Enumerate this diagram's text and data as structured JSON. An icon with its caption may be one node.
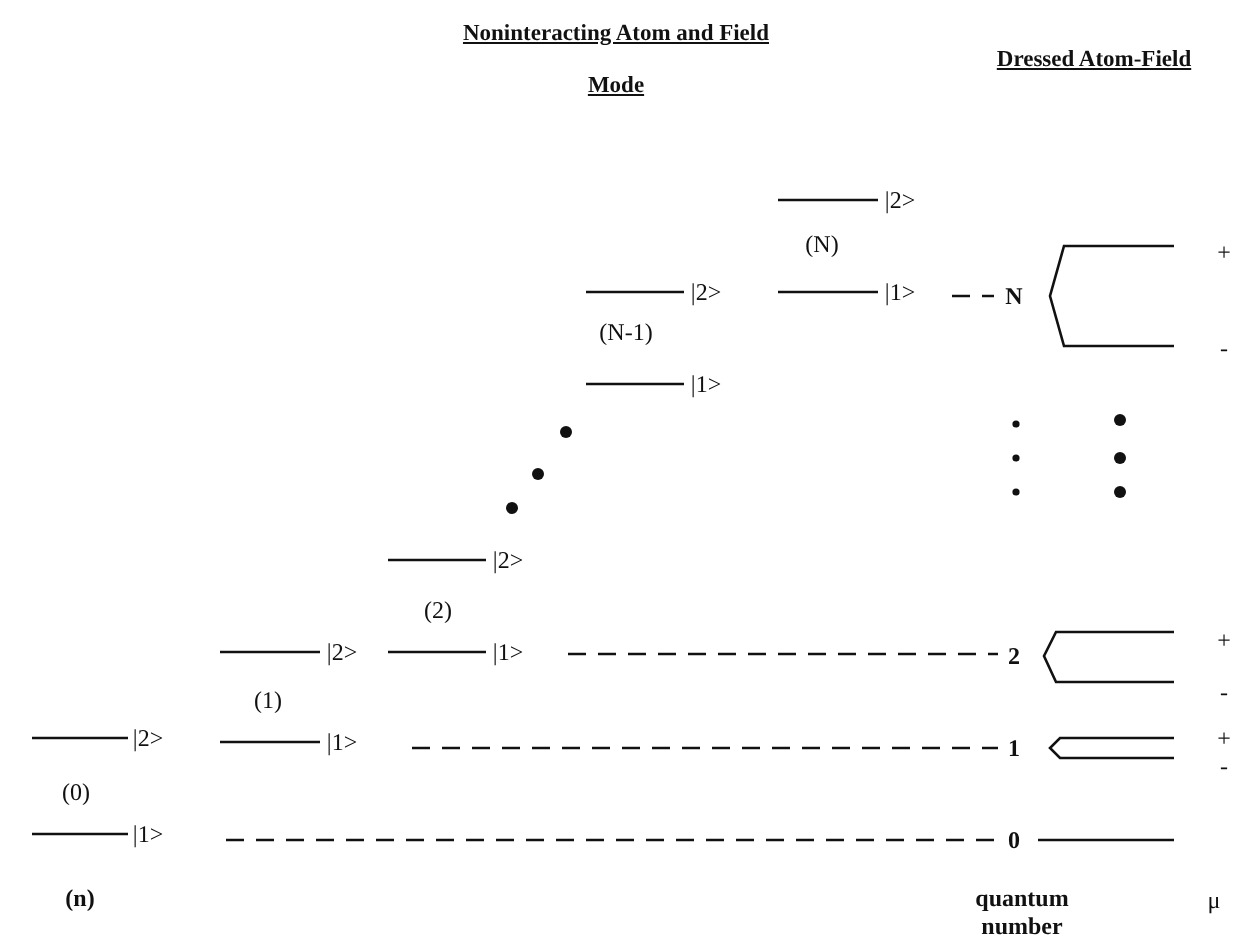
{
  "diagram": {
    "labels": [
      "Noninteracting Atom and Field Mode",
      "Dressed Atom-Field",
      "|2>",
      "(N)",
      "|2>",
      "|1>",
      "N",
      "+",
      "(N-1)",
      "-",
      "|1>",
      "|2>",
      "(2)",
      "+",
      "|2>",
      "|1>",
      "2",
      "(1)",
      "-",
      "|2>",
      "|1>",
      "1",
      "+",
      "-",
      "(0)",
      "|1>",
      "0",
      "(n)",
      "quantum number",
      "μ"
    ]
  }
}
